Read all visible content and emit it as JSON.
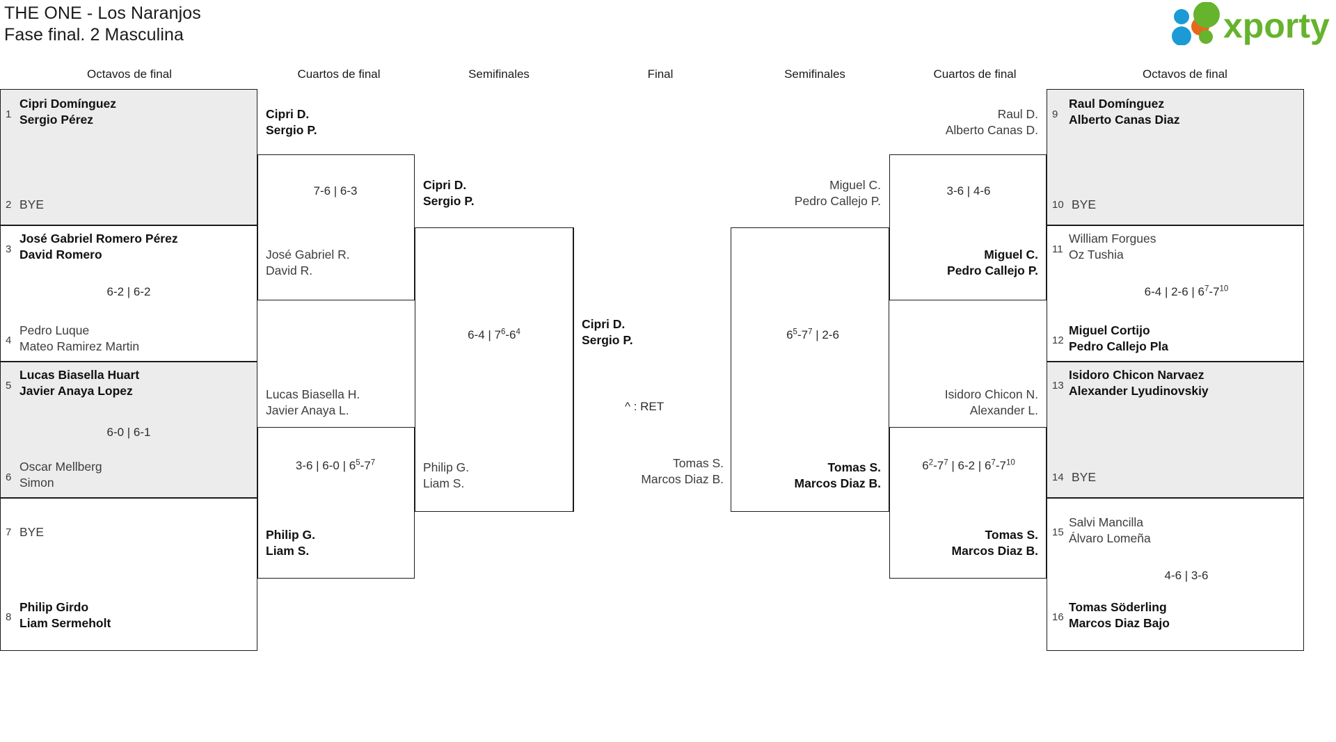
{
  "header": {
    "title_line1": "THE ONE - Los Naranjos",
    "title_line2": "Fase final. 2 Masculina",
    "logo_text": "xporty",
    "logo_colors": {
      "green": "#66b32e",
      "blue": "#1b9ad6",
      "orange": "#e4691b"
    }
  },
  "rounds": {
    "left_r16": "Octavos de final",
    "left_qf": "Cuartos de final",
    "left_sf": "Semifinales",
    "final": "Final",
    "right_sf": "Semifinales",
    "right_qf": "Cuartos de final",
    "right_r16": "Octavos de final"
  },
  "bracket": {
    "left_r16": [
      {
        "seed": "1",
        "p1": "Cipri Domínguez",
        "p2": "Sergio Pérez",
        "status": "winner"
      },
      {
        "seed": "2",
        "bye": "BYE",
        "status": "bye"
      },
      {
        "seed": "3",
        "p1": "José Gabriel Romero Pérez",
        "p2": "David Romero",
        "status": "winner"
      },
      {
        "seed": "4",
        "p1": "Pedro Luque",
        "p2": "Mateo Ramirez Martin",
        "status": "loser"
      },
      {
        "seed": "5",
        "p1": "Lucas Biasella Huart",
        "p2": "Javier Anaya Lopez",
        "status": "winner"
      },
      {
        "seed": "6",
        "p1": "Oscar Mellberg",
        "p2": "Simon",
        "status": "loser"
      },
      {
        "seed": "7",
        "bye": "BYE",
        "status": "bye"
      },
      {
        "seed": "8",
        "p1": "Philip Girdo",
        "p2": "Liam Sermeholt",
        "status": "winner"
      }
    ],
    "left_r16_scores": [
      {
        "sets": [
          {
            "a": "6",
            "b": "2"
          },
          {
            "a": "6",
            "b": "2"
          }
        ]
      },
      {
        "sets": [
          {
            "a": "6",
            "b": "0"
          },
          {
            "a": "6",
            "b": "1"
          }
        ]
      }
    ],
    "left_qf": [
      {
        "p1": "Cipri D.",
        "p2": "Sergio P.",
        "status": "winner"
      },
      {
        "p1": "José Gabriel R.",
        "p2": "David R.",
        "status": "loser"
      },
      {
        "p1": "Lucas Biasella H.",
        "p2": "Javier Anaya L.",
        "status": "loser"
      },
      {
        "p1": "Philip G.",
        "p2": "Liam S.",
        "status": "winner"
      }
    ],
    "left_qf_scores": [
      {
        "sets": [
          {
            "a": "7",
            "b": "6"
          },
          {
            "a": "6",
            "b": "3"
          }
        ]
      },
      {
        "sets": [
          {
            "a": "3",
            "b": "6"
          },
          {
            "a": "6",
            "b": "0"
          },
          {
            "a": "6",
            "as": "5",
            "b": "7",
            "bs": "7"
          }
        ]
      }
    ],
    "left_sf": [
      {
        "p1": "Cipri D.",
        "p2": "Sergio P.",
        "status": "winner"
      },
      {
        "p1": "Philip G.",
        "p2": "Liam S.",
        "status": "loser"
      }
    ],
    "left_sf_scores": [
      {
        "sets": [
          {
            "a": "6",
            "b": "4"
          },
          {
            "a": "7",
            "as": "6",
            "b": "6",
            "bs": "4"
          }
        ]
      }
    ],
    "final": {
      "top": {
        "p1": "Cipri D.",
        "p2": "Sergio P.",
        "status": "winner"
      },
      "bottom": {
        "p1": "Tomas S.",
        "p2": "Marcos Diaz B.",
        "status": "loser"
      },
      "note": "^ : RET"
    },
    "right_sf": [
      {
        "p1": "Miguel C.",
        "p2": "Pedro Callejo P.",
        "status": "loser"
      },
      {
        "p1": "Tomas S.",
        "p2": "Marcos Diaz B.",
        "status": "winner"
      }
    ],
    "right_sf_scores": [
      {
        "sets": [
          {
            "a": "6",
            "as": "5",
            "b": "7",
            "bs": "7"
          },
          {
            "a": "2",
            "b": "6"
          }
        ]
      }
    ],
    "right_qf": [
      {
        "p1": "Raul D.",
        "p2": "Alberto Canas D.",
        "status": "loser"
      },
      {
        "p1": "Miguel C.",
        "p2": "Pedro Callejo P.",
        "status": "winner"
      },
      {
        "p1": "Isidoro Chicon N.",
        "p2": "Alexander L.",
        "status": "loser"
      },
      {
        "p1": "Tomas S.",
        "p2": "Marcos Diaz B.",
        "status": "winner"
      }
    ],
    "right_qf_scores": [
      {
        "sets": [
          {
            "a": "3",
            "b": "6"
          },
          {
            "a": "4",
            "b": "6"
          }
        ]
      },
      {
        "sets": [
          {
            "a": "6",
            "as": "2",
            "b": "7",
            "bs": "7"
          },
          {
            "a": "6",
            "b": "2"
          },
          {
            "a": "6",
            "as": "7",
            "b": "7",
            "bs": "10"
          }
        ]
      }
    ],
    "right_r16": [
      {
        "seed": "9",
        "p1": "Raul Domínguez",
        "p2": "Alberto Canas Diaz",
        "status": "winner"
      },
      {
        "seed": "10",
        "bye": "BYE",
        "status": "bye"
      },
      {
        "seed": "11",
        "p1": "William Forgues",
        "p2": "Oz Tushia",
        "status": "loser"
      },
      {
        "seed": "12",
        "p1": "Miguel Cortijo",
        "p2": "Pedro Callejo Pla",
        "status": "winner"
      },
      {
        "seed": "13",
        "p1": "Isidoro Chicon Narvaez",
        "p2": "Alexander Lyudinovskiy",
        "status": "winner"
      },
      {
        "seed": "14",
        "bye": "BYE",
        "status": "bye"
      },
      {
        "seed": "15",
        "p1": "Salvi Mancilla",
        "p2": "Álvaro Lomeña",
        "status": "loser"
      },
      {
        "seed": "16",
        "p1": "Tomas Söderling",
        "p2": "Marcos Diaz Bajo",
        "status": "winner"
      }
    ],
    "right_r16_scores": [
      {
        "sets": [
          {
            "a": "6",
            "b": "4"
          },
          {
            "a": "2",
            "b": "6"
          },
          {
            "a": "6",
            "as": "7",
            "b": "7",
            "bs": "10"
          }
        ]
      },
      {
        "sets": [
          {
            "a": "4",
            "b": "6"
          },
          {
            "a": "3",
            "b": "6"
          }
        ]
      }
    ]
  }
}
